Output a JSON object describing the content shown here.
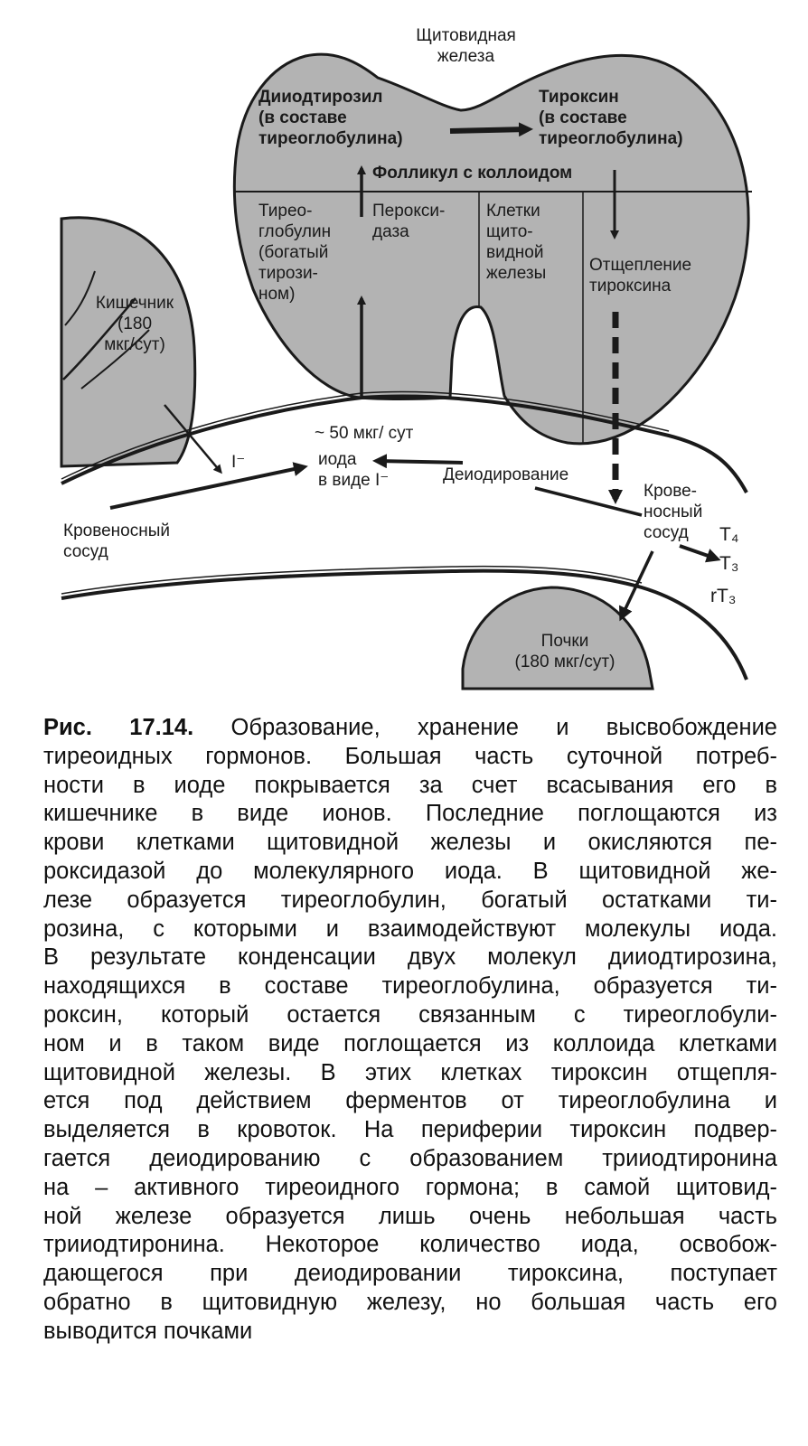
{
  "figure": {
    "labels": {
      "thyroid": "Щитовидная\nжелеза",
      "diiodotyrosyl": "Дииодтирозил\n(в составе\nтиреоглобулина)",
      "thyroxine_in_tg": "Тироксин\n(в составе\nтиреоглобулина)",
      "follicle": "Фолликул с коллоидом",
      "thyroglobulin": "Тирео-\nглобулин\n(богатый\nтирози-\nном)",
      "peroxidase": "Перокси-\nдаза",
      "thyroid_cells": "Клетки\nщито-\nвидной\nжелезы",
      "thyroxine_cleavage": "Отщепление\nтироксина",
      "intestine": "Кишечник\n(180\nмкг/сут)",
      "iodide": "I⁻",
      "iodine_amount": "~ 50 мкг/ сут",
      "iodine_form": "иода\nв виде I⁻",
      "deiodination": "Деиодирование",
      "blood_vessel_left": "Кровеносный\nсосуд",
      "blood_vessel_right": "Крове-\nносный\nсосуд",
      "t4": "T₄",
      "t3": "T₃",
      "rt3": "rT₃",
      "kidneys": "Почки\n(180 мкг/сут)"
    }
  },
  "caption": {
    "label": "Рис. 17.14.",
    "lines": [
      " Образование, хранение и высвобождение",
      "тиреоидных гормонов. Большая часть суточной потреб-",
      "ности в иоде покрывается за счет всасывания его в",
      "кишечнике в виде ионов. Последние поглощаются из",
      "крови клетками щитовидной железы и окисляются пе-",
      "роксидазой до молекулярного иода. В щитовидной же-",
      "лезе образуется тиреоглобулин, богатый остатками ти-",
      "розина, с которыми и взаимодействуют молекулы иода.",
      "В результате конденсации двух молекул дииодтирозина,",
      "находящихся в составе тиреоглобулина, образуется ти-",
      "роксин, который остается связанным с тиреоглобули-",
      "ном и в таком виде поглощается из коллоида клетками",
      "щитовидной железы. В этих клетках тироксин отщепля-",
      "ется под действием ферментов от тиреоглобулина и",
      "выделяется в кровоток. На периферии тироксин подвер-",
      "гается деиодированию с образованием трииодтиронина",
      "на – активного тиреоидного гормона; в самой щитовид-",
      "ной железе образуется лишь очень небольшая часть",
      "трииодтиронина. Некоторое количество иода, освобож-",
      "дающегося при деиодировании тироксина, поступает",
      "обратно в щитовидную железу, но большая часть его",
      "выводится почками"
    ]
  }
}
